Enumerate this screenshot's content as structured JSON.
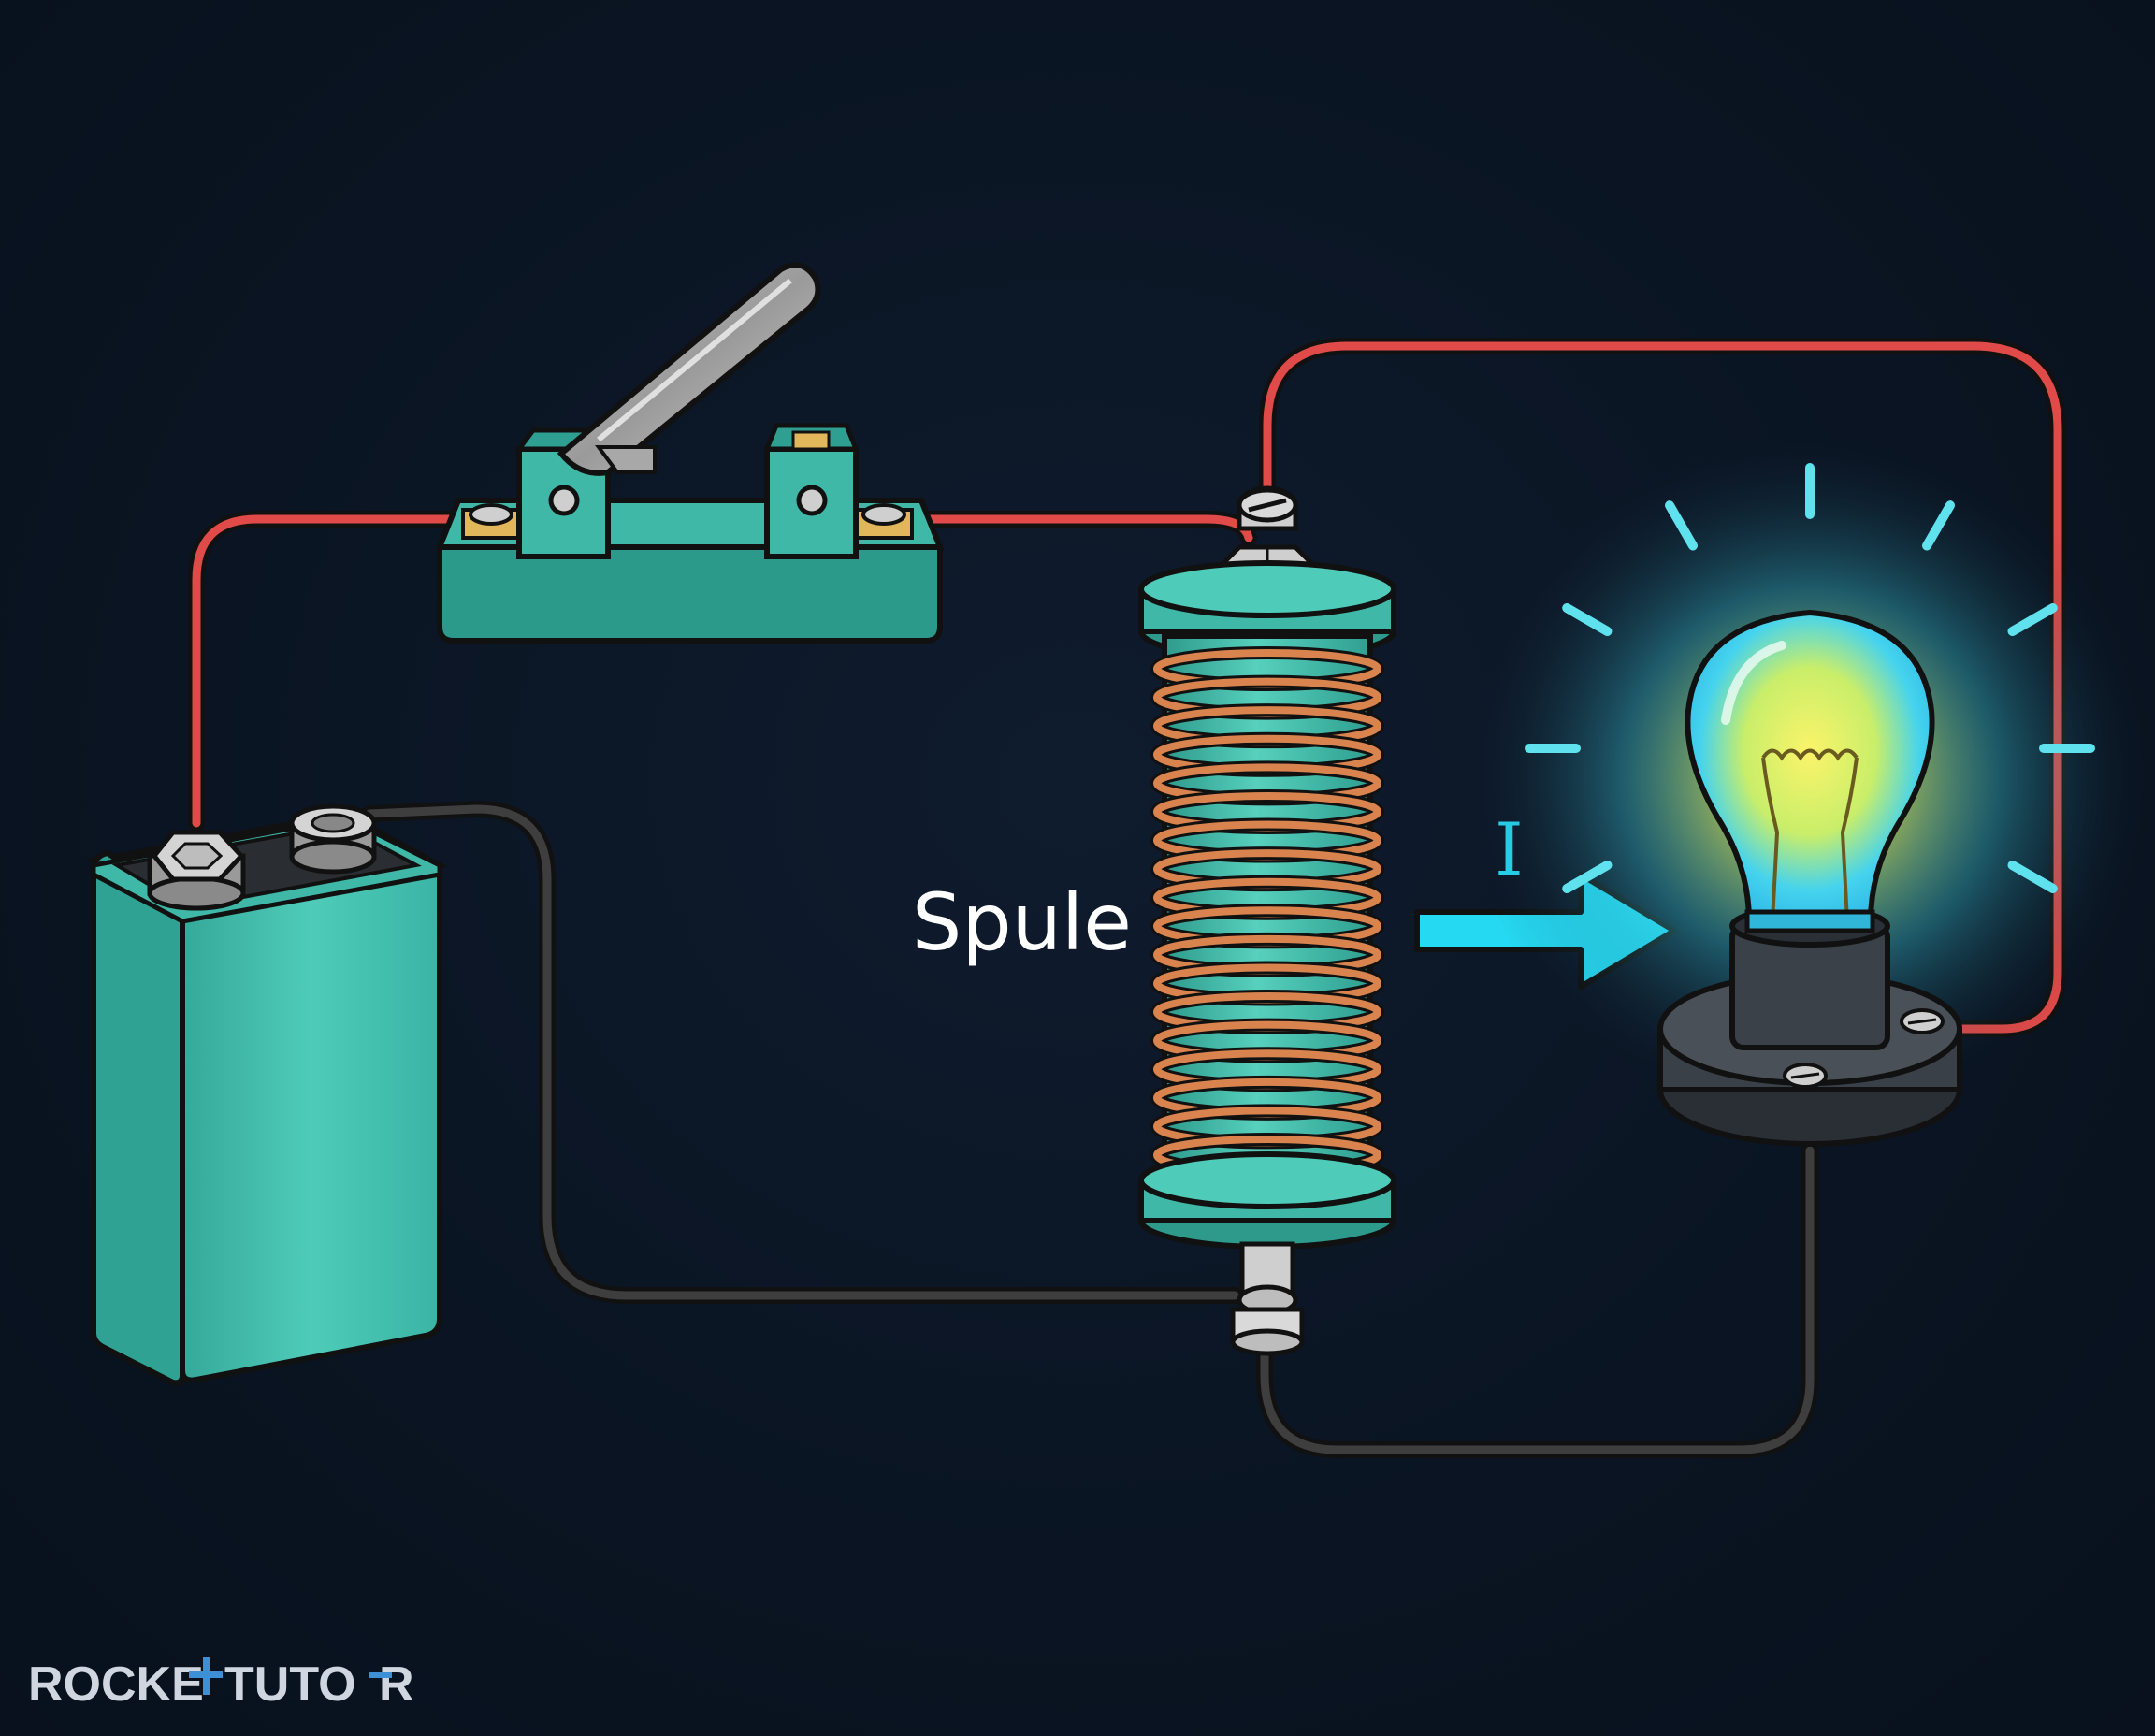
{
  "labels": {
    "coil": "Spule",
    "current": "I"
  },
  "logo": {
    "left": "ROCKE",
    "right": "TUTO",
    "tail": "R"
  },
  "colors": {
    "background": "#0b1626",
    "wire_positive": "#e04a48",
    "wire_negative": "#3e3e3e",
    "component_teal": "#3fb8a8",
    "copper_coil": "#d9834e",
    "current_arrow": "#26d9f2",
    "bulb_glow": "#f6f06a",
    "outline": "#111111"
  },
  "icons": {
    "battery": "battery-icon",
    "switch": "knife-switch-icon",
    "coil": "coil-icon",
    "bulb": "light-bulb-icon",
    "arrow": "arrow-right-icon"
  }
}
